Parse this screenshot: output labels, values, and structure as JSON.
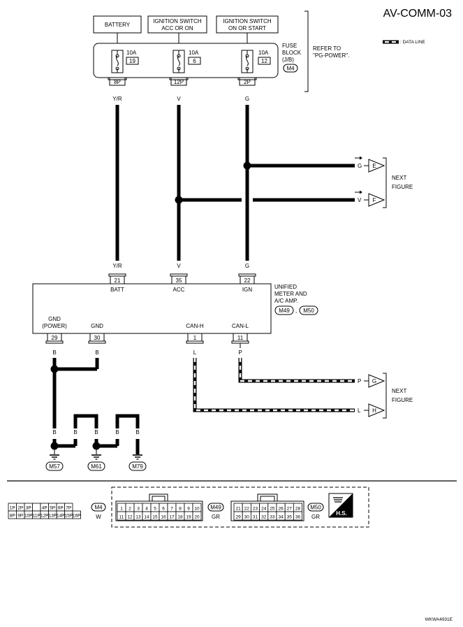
{
  "title": "AV-COMM-03",
  "legend": {
    "data_line_label": ": DATA LINE"
  },
  "power_sources": [
    {
      "line1": "BATTERY",
      "line2": ""
    },
    {
      "line1": "IGNITION SWITCH",
      "line2": "ACC OR ON"
    },
    {
      "line1": "IGNITION SWITCH",
      "line2": "ON OR START"
    }
  ],
  "fuse_block": {
    "label1": "FUSE",
    "label2": "BLOCK",
    "label3": "(J/B)",
    "connector": "M4",
    "refer1": "REFER TO",
    "refer2": "\"PG-POWER\".",
    "fuses": [
      {
        "amp": "10A",
        "number": "19",
        "terminal": "8P",
        "wire": "Y/R"
      },
      {
        "amp": "10A",
        "number": "6",
        "terminal": "12P",
        "wire": "V"
      },
      {
        "amp": "10A",
        "number": "12",
        "terminal": "2P",
        "wire": "G"
      }
    ]
  },
  "next_figure": {
    "line1": "NEXT",
    "line2": "FIGURE"
  },
  "upper_branches": [
    {
      "wire": "G",
      "letter": "E"
    },
    {
      "wire": "V",
      "letter": "F"
    }
  ],
  "unit": {
    "name1": "UNIFIED",
    "name2": "METER AND",
    "name3": "A/C AMP.",
    "conn1": "M49",
    "sep": ",",
    "conn2": "M50",
    "top_pins": [
      {
        "wire": "Y/R",
        "pin": "21",
        "label": "BATT"
      },
      {
        "wire": "V",
        "pin": "35",
        "label": "ACC"
      },
      {
        "wire": "G",
        "pin": "22",
        "label": "IGN"
      }
    ],
    "bottom_pins": [
      {
        "label1": "GND",
        "label2": "(POWER)",
        "pin": "29",
        "wire": "B"
      },
      {
        "label1": "GND",
        "label2": "",
        "pin": "30",
        "wire": "B"
      },
      {
        "label1": "CAN-H",
        "label2": "",
        "pin": "1",
        "wire": "L"
      },
      {
        "label1": "CAN-L",
        "label2": "",
        "pin": "11",
        "wire": "P"
      }
    ]
  },
  "can_branches": [
    {
      "wire": "P",
      "letter": "G"
    },
    {
      "wire": "L",
      "letter": "H"
    }
  ],
  "ground_wire": "B",
  "grounds": [
    "M57",
    "M61",
    "M79"
  ],
  "connectors": {
    "m4": {
      "top": [
        "1P",
        "2P",
        "3P",
        "",
        "4P",
        "5P",
        "6P",
        "7P"
      ],
      "bottom": [
        "8P",
        "9P",
        "10P",
        "11P",
        "12P",
        "13P",
        "14P",
        "15P",
        "16P"
      ],
      "id": "M4",
      "color": "W"
    },
    "m49": {
      "top": [
        "1",
        "2",
        "3",
        "4",
        "5",
        "6",
        "7",
        "8",
        "9",
        "10"
      ],
      "bottom": [
        "11",
        "12",
        "13",
        "14",
        "15",
        "16",
        "17",
        "18",
        "19",
        "20"
      ],
      "id": "M49",
      "color": "GR"
    },
    "m50": {
      "top": [
        "21",
        "22",
        "23",
        "24",
        "25",
        "26",
        "27",
        "28"
      ],
      "bottom": [
        "29",
        "30",
        "31",
        "32",
        "33",
        "34",
        "35",
        "36"
      ],
      "id": "M50",
      "color": "GR"
    }
  },
  "hs_label": "H.S.",
  "ref_code": "WKWA4931E"
}
